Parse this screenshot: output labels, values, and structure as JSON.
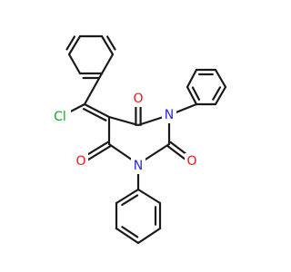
{
  "atoms": {
    "chlorine": {
      "symbol": "Cl",
      "color": "#22a022"
    },
    "oxygen_top": {
      "symbol": "O",
      "color": "#e01818"
    },
    "oxygen_right": {
      "symbol": "O",
      "color": "#e01818"
    },
    "oxygen_left": {
      "symbol": "O",
      "color": "#e01818"
    },
    "nitrogen_top": {
      "symbol": "N",
      "color": "#2a2ad8"
    },
    "nitrogen_bottom": {
      "symbol": "N",
      "color": "#2a2ad8"
    }
  },
  "colors": {
    "bond": "#1a1a1a",
    "background": "#ffffff"
  }
}
